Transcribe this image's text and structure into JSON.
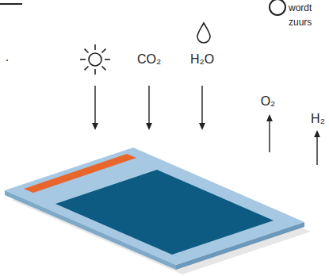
{
  "diagram": {
    "labels": [
      ".",
      "CO₂",
      "H₂O",
      "O₂",
      "H₂",
      "wordt",
      "zuurs"
    ]
  }
}
